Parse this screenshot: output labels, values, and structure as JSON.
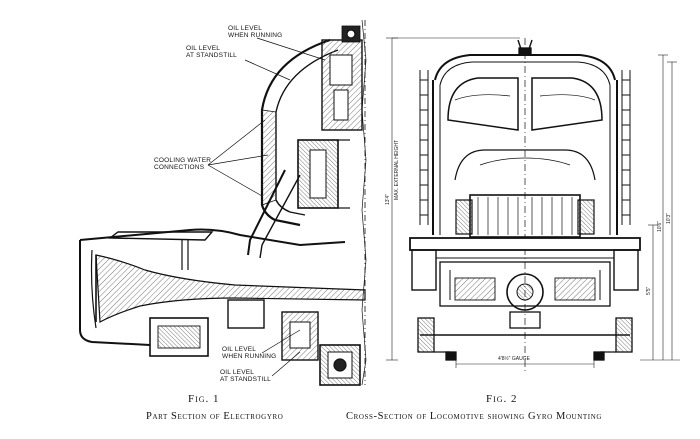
{
  "figure1": {
    "number": "Fig. 1",
    "caption": "Part Section of Electrogyro",
    "labels": {
      "oil_running_top": "OIL LEVEL",
      "oil_running_top_2": "WHEN RUNNING",
      "oil_standstill_top": "OIL LEVEL",
      "oil_standstill_top_2": "AT STANDSTILL",
      "cooling": "COOLING WATER",
      "cooling_2": "CONNECTIONS",
      "oil_running_bottom": "OIL LEVEL",
      "oil_running_bottom_2": "WHEN RUNNING",
      "oil_standstill_bottom": "OIL LEVEL",
      "oil_standstill_bottom_2": "AT STANDSTILL"
    }
  },
  "figure2": {
    "number": "Fig. 2",
    "caption": "Cross-Section of Locomotive showing Gyro Mounting",
    "dimensions": {
      "left_height": "13'4\"",
      "left_height_note": "MAX. EXTERNAL HEIGHT",
      "right_a": "10'6\"",
      "right_b": "10'3\"",
      "right_c": "5'5\"",
      "gauge": "4'8½\" GAUGE"
    }
  },
  "colors": {
    "ink": "#111111",
    "paper": "#ffffff",
    "hatch": "#555555"
  }
}
